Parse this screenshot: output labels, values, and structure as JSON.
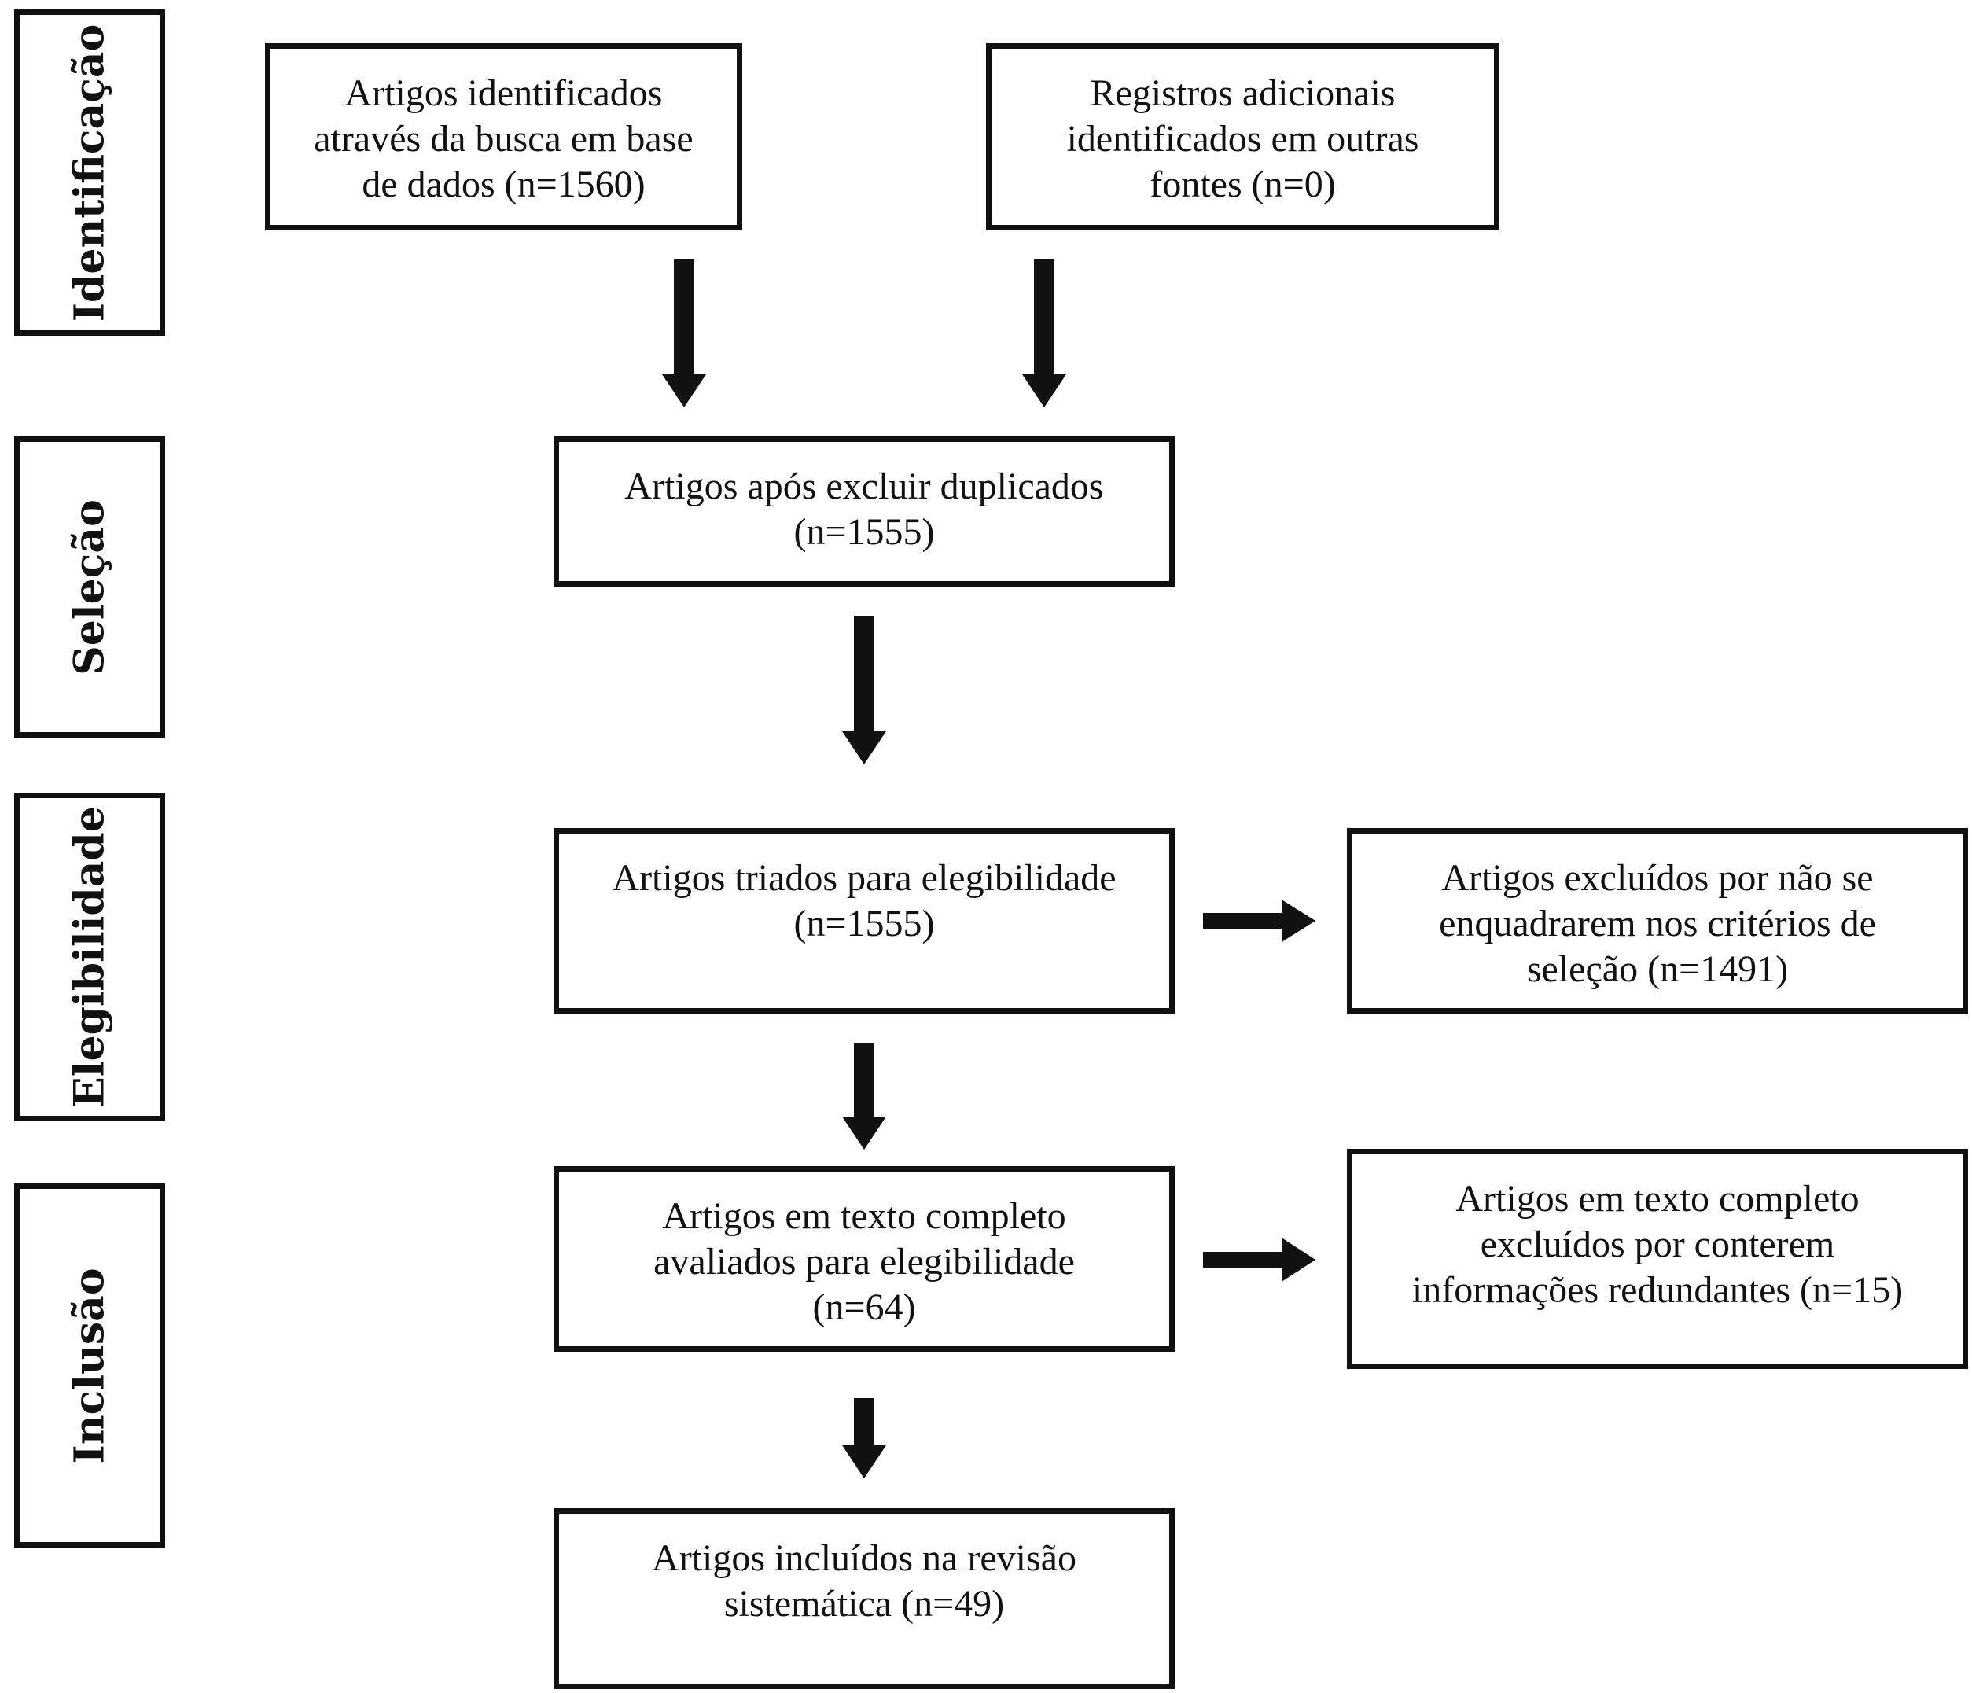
{
  "colors": {
    "stroke": "#111111",
    "background": "#ffffff"
  },
  "stages": {
    "identificacao": "Identificação",
    "selecao": "Seleção",
    "elegibilidade": "Elegibilidade",
    "inclusao": "Inclusão"
  },
  "boxes": {
    "database": "Artigos identificados\natravés da busca em base\nde dados (n=1560)",
    "other_sources": "Registros adicionais\nidentificados em outras\nfontes (n=0)",
    "after_duplicates": "Artigos após excluir duplicados\n(n=1555)",
    "screened": "Artigos triados para elegibilidade\n(n=1555)",
    "excluded_criteria": "Artigos excluídos por não se\nenquadrarem nos critérios de\nseleção (n=1491)",
    "full_text": "Artigos em texto completo\navaliados para elegibilidade\n(n=64)",
    "excluded_redundant": "Artigos em texto completo\nexcluídos por conterem\ninformações redundantes (n=15)",
    "included": "Artigos incluídos na revisão\nsistemática (n=49)"
  }
}
